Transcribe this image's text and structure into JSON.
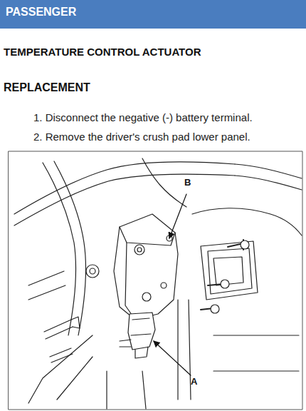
{
  "diagram": {
    "title": "PASSENGER",
    "labels": [
      "TEMPERATURE CONTROL ACTUATOR",
      "REPLACEMENT",
      "1. Disconnect the negative (-) battery terminal.",
      "2. Remove the driver's crush pad lower panel.",
      "B",
      "A"
    ]
  }
}
